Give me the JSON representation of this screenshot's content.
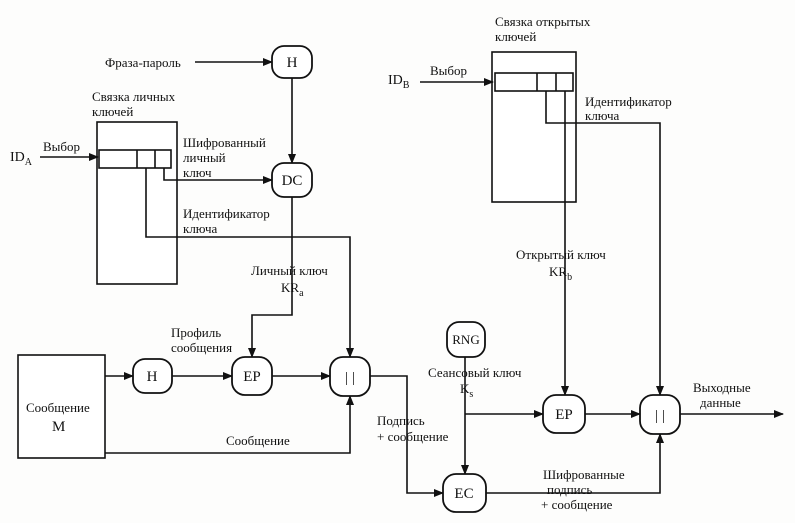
{
  "labels": {
    "passphrase": "Фраза-пароль",
    "private_keyring_l1": "Связка личных",
    "private_keyring_l2": "ключей",
    "id_a": "ID",
    "id_a_sub": "A",
    "select_a": "Выбор",
    "enc_private_l1": "Шифрованный",
    "enc_private_l2": "личный",
    "enc_private_l3": "ключ",
    "key_id_a_l1": "Идентификатор",
    "key_id_a_l2": "ключа",
    "private_key_l1": "Личный ключ",
    "private_key_kr": "KR",
    "private_key_sub": "a",
    "digest_l1": "Профиль",
    "digest_l2": "сообщения",
    "message_box_l1": "Сообщение",
    "message_box_l2": "M",
    "message_lbl": "Сообщение",
    "sig_msg_l1": "Подпись",
    "sig_msg_l2": "+ сообщение",
    "public_keyring_l1": "Связка открытых",
    "public_keyring_l2": "ключей",
    "id_b": "ID",
    "id_b_sub": "B",
    "select_b": "Выбор",
    "key_id_b_l1": "Идентификатор",
    "key_id_b_l2": "ключа",
    "public_key_l1": "Открытый ключ",
    "public_key_kr": "KR",
    "public_key_sub": "b",
    "session_key_l1": "Сеансовый ключ",
    "session_key_k": "K",
    "session_key_sub": "s",
    "enc_out_l1": "Шифрованные",
    "enc_out_l2": "подпись",
    "enc_out_l3": "+ сообщение",
    "output_l1": "Выходные",
    "output_l2": "данные"
  },
  "nodes": {
    "hash_top": "H",
    "decrypt": "DC",
    "hash_msg": "H",
    "encrypt_sig": "EP",
    "concat_1": "| |",
    "rng": "RNG",
    "encrypt_key": "EP",
    "encrypt_conv": "EC",
    "concat_2": "| |"
  }
}
